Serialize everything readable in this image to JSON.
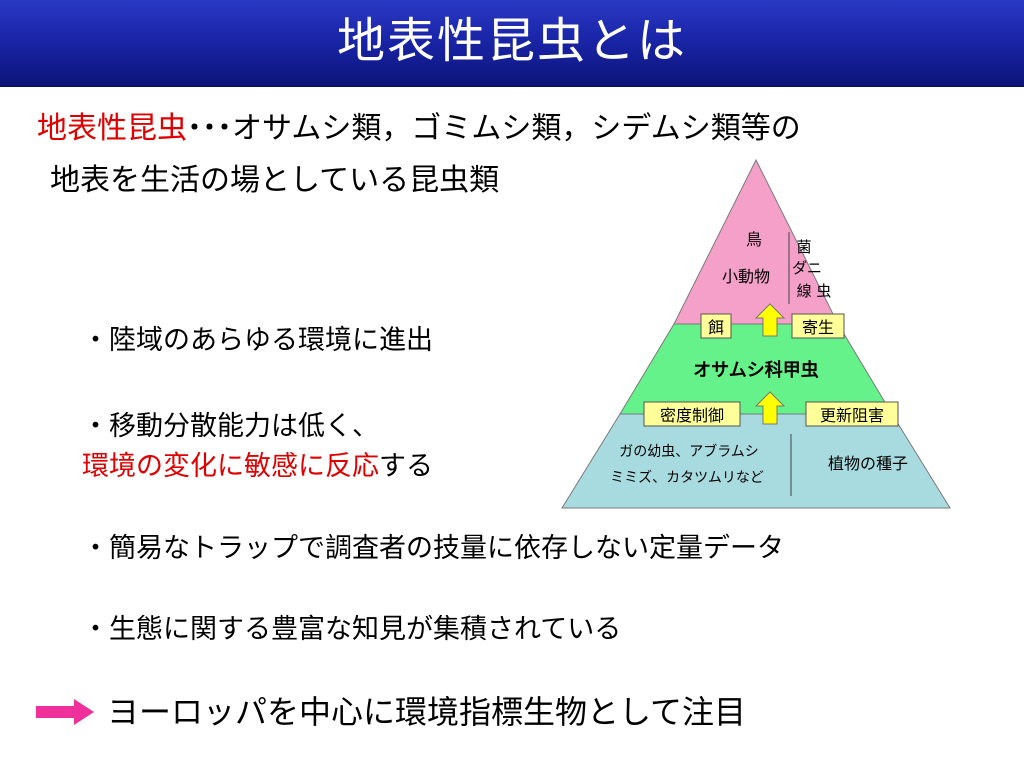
{
  "slide": {
    "title": "地表性昆虫とは",
    "definition": {
      "term": "地表性昆虫",
      "dots": "･･･",
      "examples": "オサムシ類，ゴミムシ類，シデムシ類等の",
      "line2": "地表を生活の場としている昆虫類"
    },
    "bullets": {
      "b1": "・陸域のあらゆる環境に進出",
      "b2_line1": "・移動分散能力は低く、",
      "b2_line2_red": "環境の変化に敏感に反応",
      "b2_line2_tail": "する",
      "b3": "・簡易なトラップで調査者の技量に依存しない定量データ",
      "b4": "・生態に関する豊富な知見が集積されている"
    },
    "conclusion": "ヨーロッパを中心に環境指標生物として注目"
  },
  "pyramid": {
    "top": {
      "predators_1": "鳥",
      "predators_2": "小動物",
      "parasites_1": "菌",
      "parasites_2": "ダニ",
      "parasites_3": "線 虫"
    },
    "labels": {
      "food": "餌",
      "parasite": "寄生",
      "density_control": "密度制御",
      "renewal_inhibition": "更新阻害"
    },
    "middle": "オサムシ科甲虫",
    "bottom": {
      "prey_line1": "ガの幼虫、アブラムシ",
      "prey_line2": "ミミズ、カタツムリなど",
      "seeds": "植物の種子"
    },
    "colors": {
      "top": "#f5a0c8",
      "middle": "#66f28a",
      "bottom": "#a8dbe0",
      "label_fill": "#ffff99",
      "arrow_fill": "#ffff00",
      "accent_red": "#e00000",
      "title_blue": "#1a25a8",
      "pointer_pink": "#f0309a"
    }
  },
  "icons": {
    "up_arrow": "up-arrow-icon",
    "right_arrow": "right-arrow-icon"
  }
}
